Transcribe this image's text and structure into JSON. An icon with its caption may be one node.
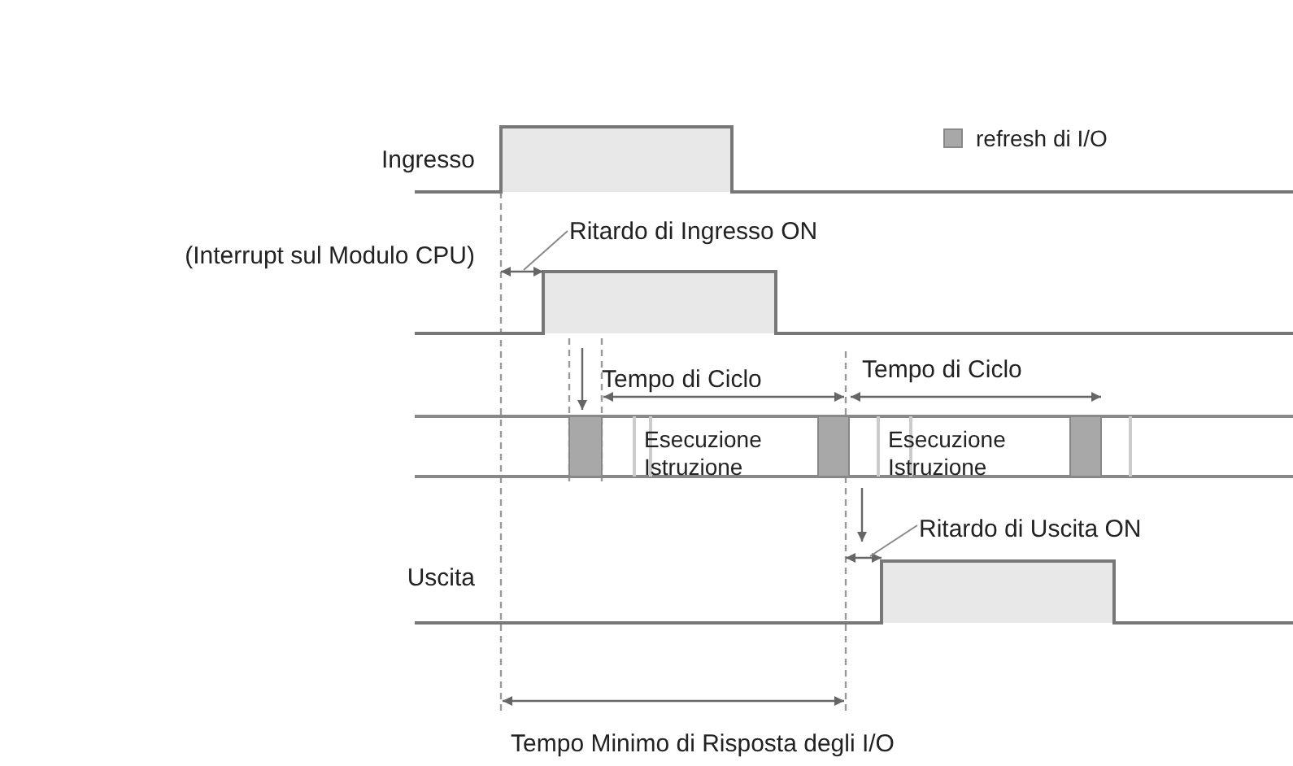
{
  "diagram": {
    "nodes": [
      {
        "text": [
          "Ritardo di Ingresso ON"
        ]
      },
      {
        "text": [
          "Ritardo di Uscita ON"
        ]
      }
    ],
    "edges": [
      {
        "from": 0,
        "to": null,
        "arrow": "none"
      },
      {
        "from": 1,
        "to": null,
        "arrow": "none"
      }
    ],
    "labels": [
      "Ingresso",
      "(Interrupt sul Modulo CPU)",
      "Tempo di Ciclo",
      "Tempo di Ciclo",
      "Esecuzione Istruzione",
      "Esecuzione Istruzione",
      "Uscita",
      "Tempo Minimo di Risposta degli I/O"
    ],
    "legend": [
      {
        "text": "refresh di I/O",
        "color": "#a8a8a8"
      }
    ]
  }
}
